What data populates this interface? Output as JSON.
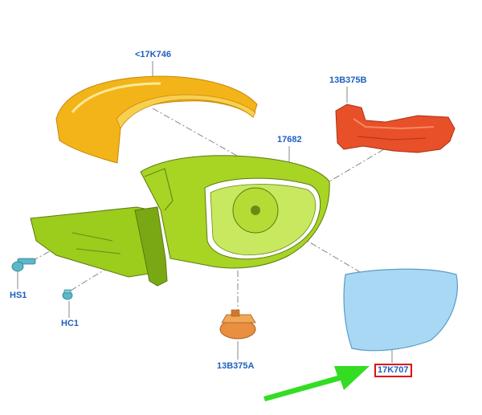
{
  "parts": {
    "cover": "<17K746",
    "indicator": "13B375B",
    "housing": "17682",
    "screw": "HS1",
    "clip": "HC1",
    "lamp": "13B375A",
    "glass": "17K707"
  },
  "colors": {
    "label": "#1f5fbf",
    "highlight_border": "#e01010",
    "cover": "#f2b418",
    "indicator": "#e8502a",
    "housing": "#9ccc1c",
    "lamp": "#e89040",
    "glass": "#a8d8f4",
    "fastener": "#5cb8c8",
    "arrow": "#33dd22"
  },
  "icons": {
    "arrow": "green-pointer-arrow-icon"
  }
}
